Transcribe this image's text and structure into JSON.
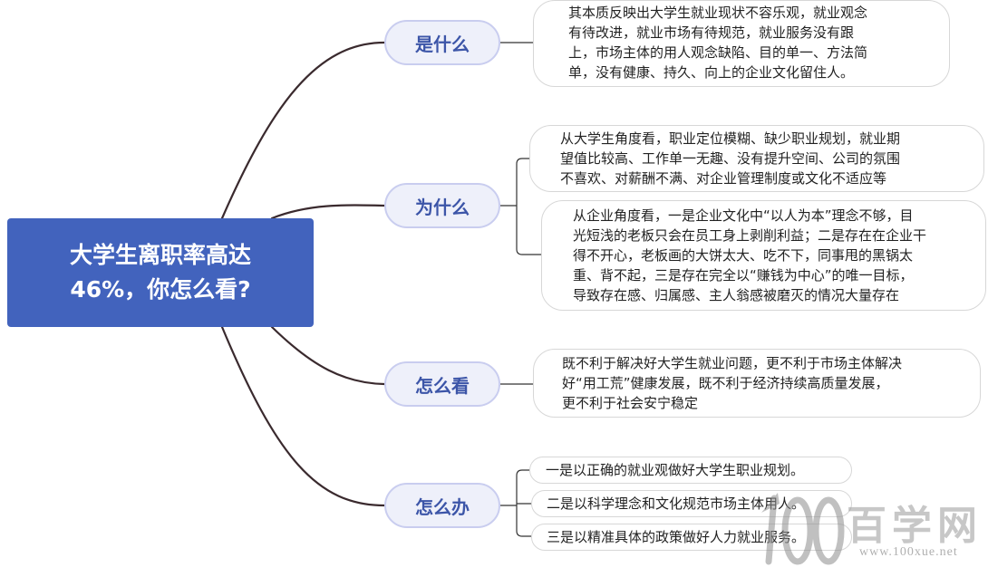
{
  "root": {
    "title": "大学生离职率高达\n46%，你怎么看?"
  },
  "colors": {
    "root_fill": "#4263bd",
    "topic_fill": "#eef0fa",
    "topic_border": "#c9cdef",
    "topic_text": "#3c55a8",
    "connector": "#3a2a2e"
  },
  "topics": [
    {
      "label": "是什么",
      "leaves": [
        "其本质反映出大学生就业现状不容乐观，就业观念\n有待改进，就业市场有待规范，就业服务没有跟\n上，市场主体的用人观念缺陷、目的单一、方法简\n单，没有健康、持久、向上的企业文化留住人。"
      ]
    },
    {
      "label": "为什么",
      "leaves": [
        "从大学生角度看，职业定位模糊、缺少职业规划，就业期\n望值比较高、工作单一无趣、没有提升空间、公司的氛围\n不喜欢、对薪酬不满、对企业管理制度或文化不适应等",
        "从企业角度看，一是企业文化中“以人为本”理念不够，目\n光短浅的老板只会在员工身上剥削利益；二是存在在企业干\n得不开心，老板画的大饼太大、吃不下，同事甩的黑锅太\n重、背不起，三是存在完全以“赚钱为中心”的唯一目标，\n导致存在感、归属感、主人翁感被磨灭的情况大量存在"
      ]
    },
    {
      "label": "怎么看",
      "leaves": [
        "既不利于解决好大学生就业问题，更不利于市场主体解决\n好“用工荒”健康发展，既不利于经济持续高质量发展，\n更不利于社会安宁稳定"
      ]
    },
    {
      "label": "怎么办",
      "leaves": [
        "一是以正确的就业观做好大学生职业规划。",
        "二是以科学理念和文化规范市场主体用人。",
        "三是以精准具体的政策做好人力就业服务。"
      ]
    }
  ],
  "watermark": {
    "logo_text": "100",
    "name": "百学网",
    "url": "www.100xue.net"
  }
}
